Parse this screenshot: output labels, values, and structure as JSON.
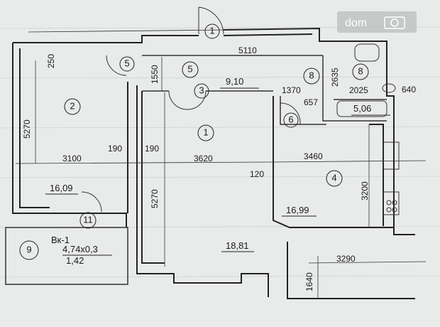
{
  "watermark": {
    "text": "dom",
    "icon": "camera-icon"
  },
  "rooms": [
    {
      "id": "2",
      "area": "16,09"
    },
    {
      "id": "1",
      "area": "18,81"
    },
    {
      "id": "5",
      "area": "9,10"
    },
    {
      "id": "4",
      "area": "16,99"
    },
    {
      "id": "8",
      "area": "5,06"
    },
    {
      "id": "9",
      "name": "Вк-1",
      "formula": "4,74х0,3",
      "area": "1,42"
    }
  ],
  "markers": [
    "1",
    "5",
    "3",
    "6",
    "8",
    "11"
  ],
  "dimensions": [
    "250",
    "5270",
    "3100",
    "190",
    "190",
    "3620",
    "5270",
    "1550",
    "5110",
    "2635",
    "2025",
    "640",
    "1370",
    "657",
    "120",
    "3460",
    "3200",
    "3290",
    "1640"
  ]
}
